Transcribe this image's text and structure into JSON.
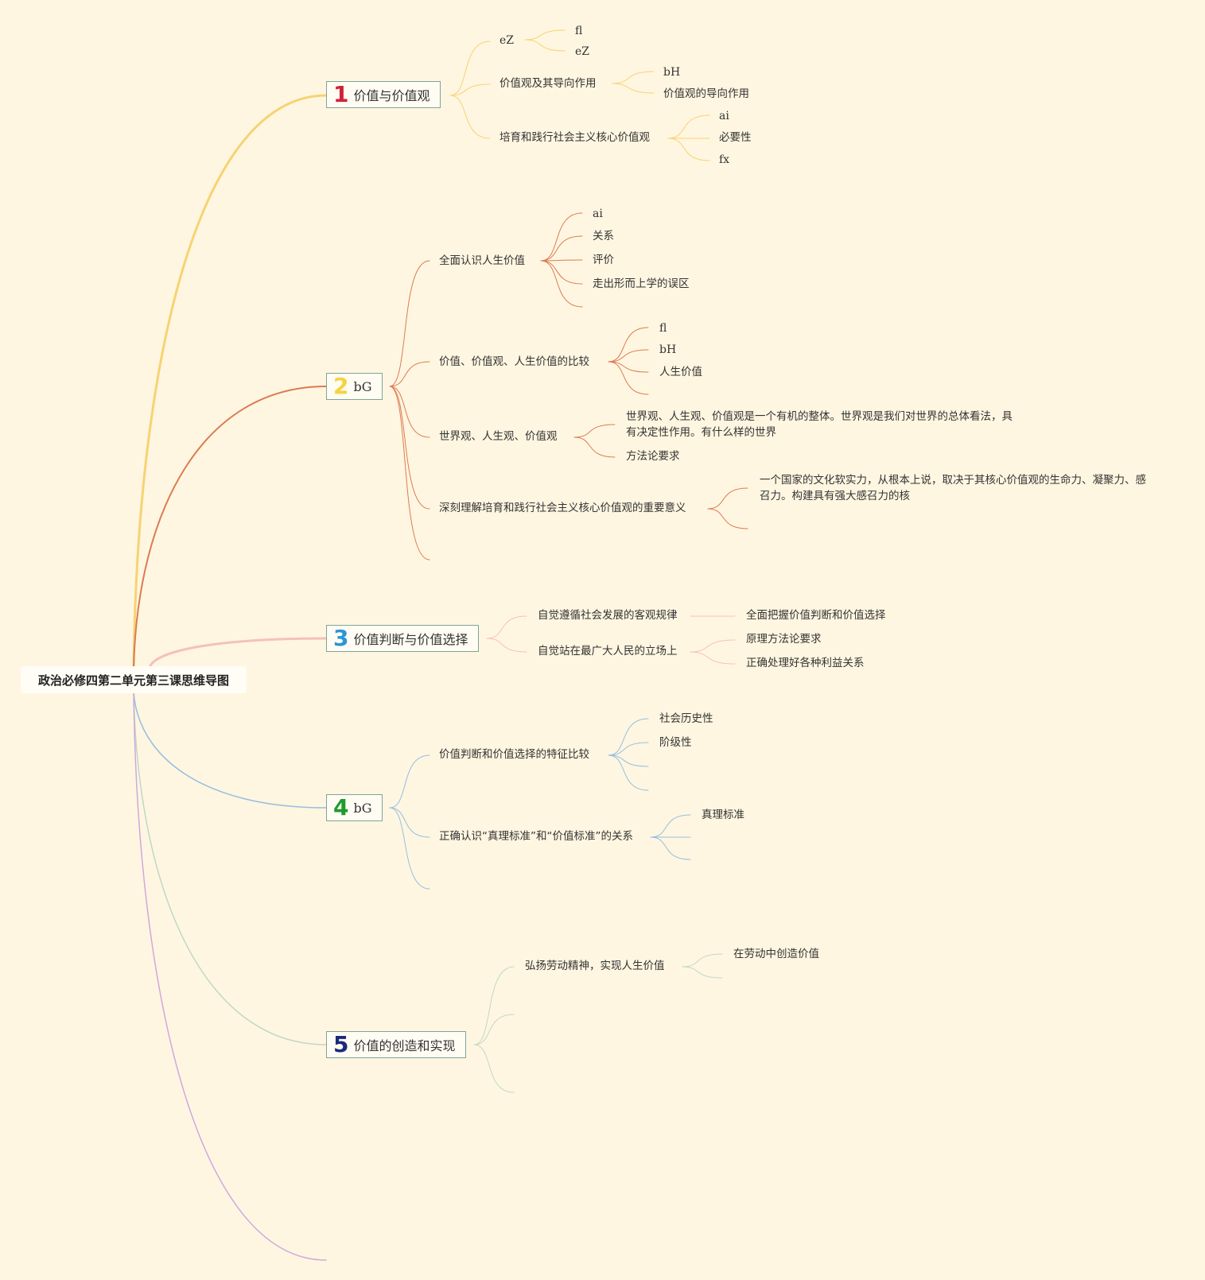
{
  "colors": {
    "background": "#FFF6E1",
    "b1": "#F6D373",
    "b2": "#DC7B52",
    "b3": "#F4C1BA",
    "b4": "#93BFE0",
    "b5": "#BFD8C6",
    "b6": "#CFA8DF",
    "num1": "#D1213A",
    "num2": "#F5D33E",
    "num3": "#2A96D8",
    "num4": "#1E9A2F",
    "num5": "#1B2A7C"
  },
  "root": {
    "label": "政治必修四第二单元第三课思维导图"
  },
  "b1": {
    "num": "1",
    "label": "价值与价值观",
    "c1": {
      "label": "eZ",
      "s1": "fl",
      "s2": "eZ"
    },
    "c2": {
      "label": "价值观及其导向作用",
      "s1": "bH",
      "s2": "价值观的导向作用"
    },
    "c3": {
      "label": "培育和践行社会主义核心价值观",
      "s1": "ai",
      "s2": "必要性",
      "s3": "fx"
    }
  },
  "b2": {
    "num": "2",
    "label": "bG",
    "c1": {
      "label": "全面认识人生价值",
      "s1": "ai",
      "s2": "关系",
      "s3": "评价",
      "s4": "走出形而上学的误区"
    },
    "c2": {
      "label": "价值、价值观、人生价值的比较",
      "s1": "fl",
      "s2": "bH",
      "s3": "人生价值"
    },
    "c3": {
      "label": "世界观、人生观、价值观",
      "s1": "世界观、人生观、价值观是一个有机的整体。世界观是我们对世界的总体看法，具有决定性作用。有什么样的世界",
      "s2": "方法论要求"
    },
    "c4": {
      "label": "深刻理解培育和践行社会主义核心价值观的重要意义",
      "s1": "一个国家的文化软实力，从根本上说，取决于其核心价值观的生命力、凝聚力、感召力。构建具有强大感召力的核"
    }
  },
  "b3": {
    "num": "3",
    "label": "价值判断与价值选择",
    "c1": {
      "label": "自觉遵循社会发展的客观规律",
      "s1": "全面把握价值判断和价值选择"
    },
    "c2": {
      "label": "自觉站在最广大人民的立场上",
      "s1": "原理方法论要求",
      "s2": "正确处理好各种利益关系"
    }
  },
  "b4": {
    "num": "4",
    "label": "bG",
    "c1": {
      "label": "价值判断和价值选择的特征比较",
      "s1": "社会历史性",
      "s2": "阶级性"
    },
    "c2": {
      "label": "正确认识“真理标准”和“价值标准”的关系",
      "s1": "真理标准"
    }
  },
  "b5": {
    "num": "5",
    "label": "价值的创造和实现",
    "c1": {
      "label": "弘扬劳动精神，实现人生价值",
      "s1": "在劳动中创造价值"
    }
  }
}
